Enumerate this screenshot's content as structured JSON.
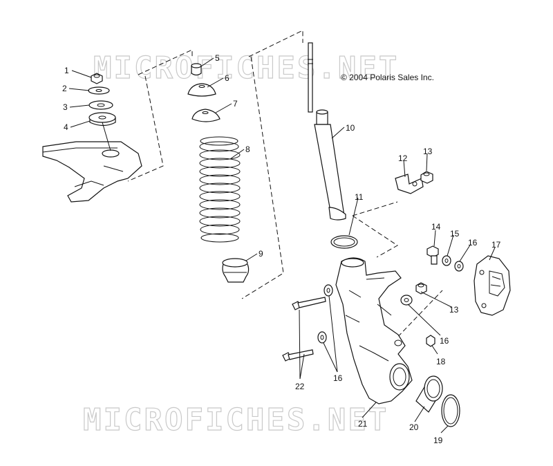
{
  "copyright": "© 2004 Polaris Sales Inc.",
  "watermark": "MICROFICHES.NET",
  "callouts": {
    "c1": "1",
    "c2": "2",
    "c3": "3",
    "c4": "4",
    "c5": "5",
    "c6": "6",
    "c7": "7",
    "c8": "8",
    "c9": "9",
    "c10": "10",
    "c11": "11",
    "c12": "12",
    "c13a": "13",
    "c13b": "13",
    "c14": "14",
    "c15": "15",
    "c16a": "16",
    "c16b": "16",
    "c16c": "16",
    "c17": "17",
    "c18": "18",
    "c19": "19",
    "c20": "20",
    "c21": "21",
    "c22": "22"
  },
  "colors": {
    "line": "#111111",
    "watermark": "#c9c9c9",
    "background": "#ffffff"
  }
}
